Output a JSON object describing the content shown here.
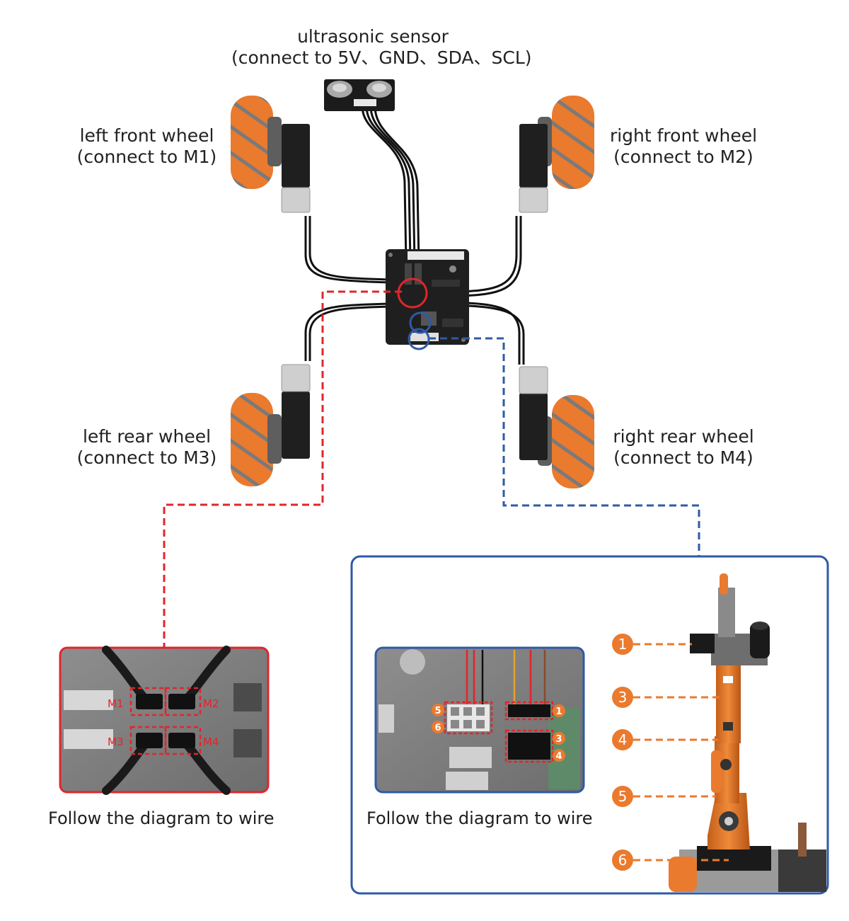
{
  "ultrasonic": {
    "title": "ultrasonic sensor",
    "subtitle": "(connect to 5V、GND、SDA、SCL)"
  },
  "wheels": {
    "left_front": {
      "title": "left front wheel",
      "subtitle": "(connect to M1)"
    },
    "right_front": {
      "title": "right front wheel",
      "subtitle": "(connect to M2)"
    },
    "left_rear": {
      "title": "left rear wheel",
      "subtitle": "(connect to M3)"
    },
    "right_rear": {
      "title": "right rear wheel",
      "subtitle": "(connect to M4)"
    }
  },
  "motor_ports": [
    "M1",
    "M2",
    "M3",
    "M4"
  ],
  "servo_header_numbers": [
    "5",
    "6",
    "1",
    "3",
    "4"
  ],
  "arm_servo_numbers": [
    "1",
    "3",
    "4",
    "5",
    "6"
  ],
  "captions": {
    "left": "Follow the diagram to wire",
    "right": "Follow the diagram to wire"
  },
  "colors": {
    "orange": "#ea7a2e",
    "red": "#e0262b",
    "blue": "#2f5aa6",
    "board": "#1f1f1f",
    "text": "#222222"
  }
}
